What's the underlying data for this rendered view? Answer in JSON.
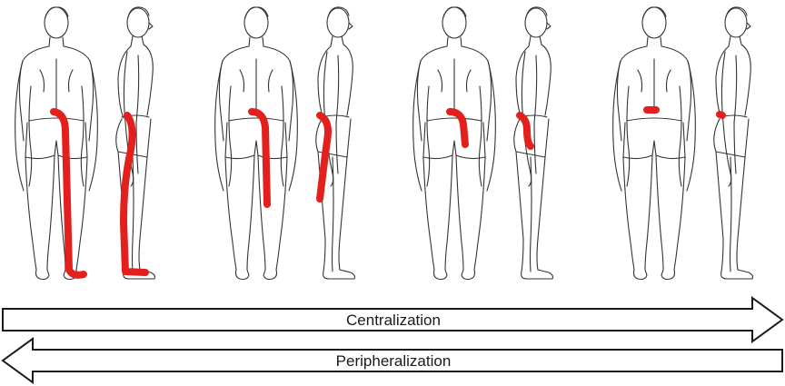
{
  "colors": {
    "pain": "#e3201b",
    "outline": "#333333",
    "arrow_stroke": "#1a1a1a",
    "arrow_fill": "#ffffff"
  },
  "stages": [
    {
      "level": "foot"
    },
    {
      "level": "knee"
    },
    {
      "level": "buttock"
    },
    {
      "level": "low-back"
    }
  ],
  "arrows": {
    "centralization": {
      "label": "Centralization",
      "direction": "right"
    },
    "peripheralization": {
      "label": "Peripheralization",
      "direction": "left"
    }
  }
}
